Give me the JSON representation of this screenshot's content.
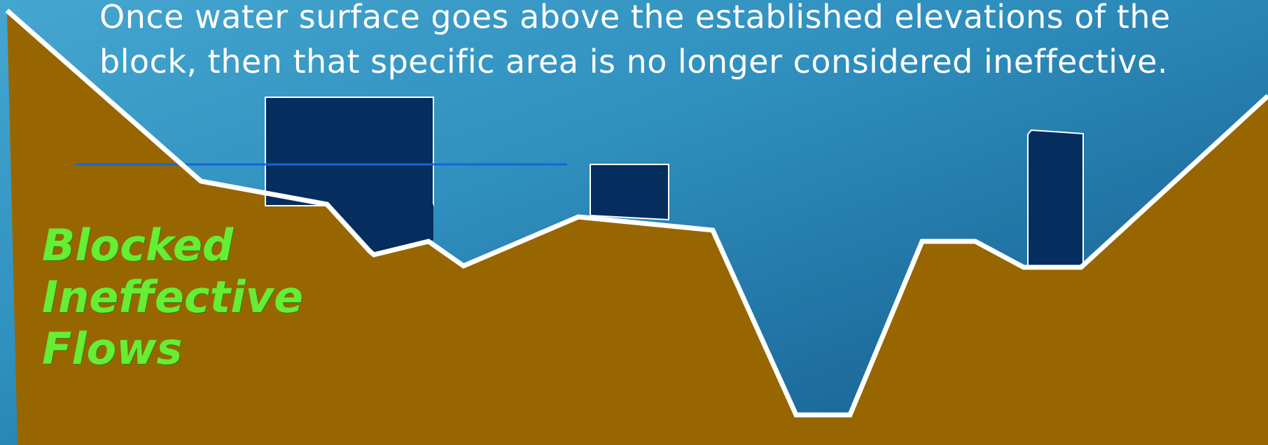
{
  "caption": {
    "line1": "Once water surface goes above the established elevations of the",
    "line2": "block, then that specific area is no longer considered ineffective."
  },
  "label": {
    "line1": "Blocked",
    "line2": "Ineffective",
    "line3": "Flows"
  },
  "colors": {
    "sky_top": "#45a6d0",
    "sky_bottom": "#145a8a",
    "ground": "#976600",
    "ground_outline": "#ffffff",
    "block_fill": "#052d5e",
    "water_line": "#1466d6",
    "label_text": "#66ee33",
    "caption_text": "#ffffff"
  }
}
